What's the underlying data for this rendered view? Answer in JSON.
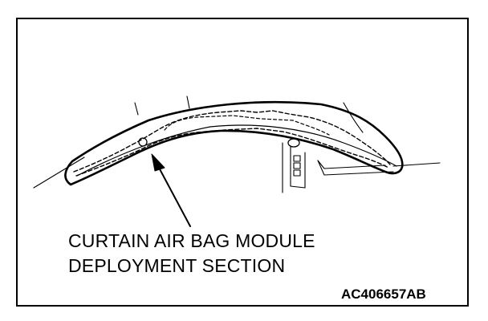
{
  "figure": {
    "callout_line1": "CURTAIN AIR BAG MODULE",
    "callout_line2": "DEPLOYMENT SECTION",
    "figure_code": "AC406657AB"
  }
}
